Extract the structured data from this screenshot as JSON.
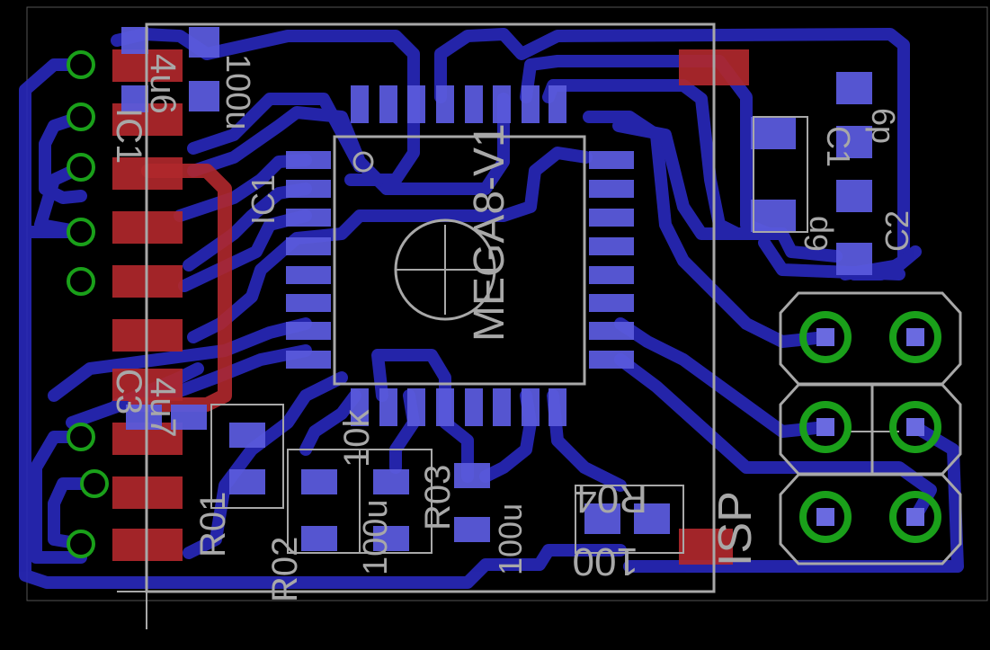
{
  "board": {
    "chip_label": "MEGA8-V1",
    "ic_designator": "IC1",
    "isp_label": "ISP",
    "ic2_label": "IC1",
    "ic2_value": "4u6",
    "c1_label": "C1",
    "c1_value": "6p",
    "c2_label": "C2",
    "c2_value": "6p",
    "c_top_value": "100u",
    "c_mid_value": "100u",
    "c_low_value": "100u",
    "r_left": "R01",
    "r_left_val": "10k",
    "r_mid": "R03",
    "r_mid_val": "100u",
    "r_right": "R04",
    "r_right_val": "100",
    "c3_label": "C3",
    "c3_value": "4u7",
    "r02": "R02"
  },
  "colors": {
    "bottom_copper": "#2828b8",
    "top_copper": "#b0282c",
    "pad": "#5a5adc",
    "silkscreen": "#a8a8a8",
    "via_ring": "#1aa01a"
  }
}
